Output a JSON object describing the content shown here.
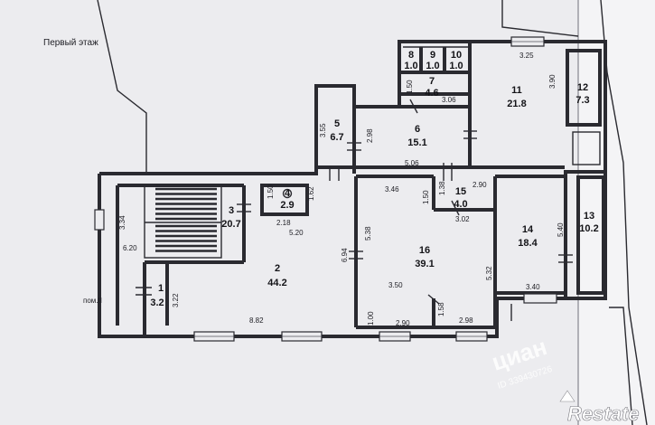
{
  "plan": {
    "title": "Первый этаж",
    "side_label": "пом.II"
  },
  "rooms": [
    {
      "number": "1",
      "area": "3.2"
    },
    {
      "number": "2",
      "area": "44.2"
    },
    {
      "number": "3",
      "area": "20.7"
    },
    {
      "number": "4",
      "area": "2.9"
    },
    {
      "number": "5",
      "area": "6.7"
    },
    {
      "number": "6",
      "area": "15.1"
    },
    {
      "number": "7",
      "area": "4.6"
    },
    {
      "number": "8",
      "area": "1.0"
    },
    {
      "number": "9",
      "area": "1.0"
    },
    {
      "number": "10",
      "area": "1.0"
    },
    {
      "number": "11",
      "area": "21.8"
    },
    {
      "number": "12",
      "area": "7.3"
    },
    {
      "number": "13",
      "area": "10.2"
    },
    {
      "number": "14",
      "area": "18.4"
    },
    {
      "number": "15",
      "area": "4.0"
    },
    {
      "number": "16",
      "area": "39.1"
    }
  ],
  "dimensions": [
    "3.25",
    "3.90",
    "1.50",
    "3.06",
    "3.55",
    "2.98",
    "5.06",
    "3.46",
    "1.38",
    "2.90",
    "1.50",
    "3.02",
    "5.40",
    "1.50",
    "1.62",
    "2.18",
    "5.20",
    "3.34",
    "6.20",
    "5.38",
    "6.94",
    "5.32",
    "3.50",
    "3.40",
    "3.22",
    "8.82",
    "1.00",
    "2.90",
    "1.58",
    "2.98"
  ],
  "watermarks": {
    "cian": "циан",
    "cian_id": "ID 339430726",
    "brand": "Restate"
  }
}
